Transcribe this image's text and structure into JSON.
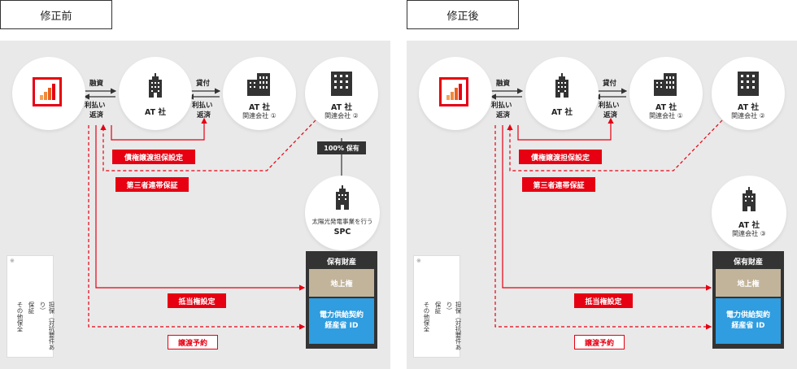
{
  "panels": [
    {
      "tab_label": "修正前",
      "nodes": {
        "at": {
          "label": "AT 社"
        },
        "affiliate1": {
          "label": "AT 社",
          "sub": "関連会社 ①"
        },
        "affiliate2": {
          "label": "AT 社",
          "sub": "関連会社 ②"
        },
        "spc": {
          "label": "太陽光発電事業を行う",
          "sub": "SPC"
        }
      },
      "flow_labels": {
        "finance": "融資",
        "repay1": "利払い",
        "repay2": "返済",
        "loan": "貸付",
        "repay3": "利払い",
        "repay4": "返済"
      },
      "ownership": "100% 保有",
      "boxes": {
        "claims": "債権譲渡担保設定",
        "guarantee": "第三者連帯保証",
        "mortgage": "抵当権設定",
        "transfer": "譲渡予約"
      },
      "assets": {
        "title": "保有財産",
        "land": "地上権",
        "power1": "電力供給契約",
        "power2": "経産省 ID"
      },
      "legend": {
        "mark": "※",
        "item1": "担保（対抗要件あり）",
        "item2": "保証",
        "item3": "その他保全"
      }
    },
    {
      "tab_label": "修正後",
      "nodes": {
        "at": {
          "label": "AT 社"
        },
        "affiliate1": {
          "label": "AT 社",
          "sub": "関連会社 ①"
        },
        "affiliate2": {
          "label": "AT 社",
          "sub": "関連会社 ②"
        },
        "affiliate3": {
          "label": "AT 社",
          "sub": "関連会社 ③"
        }
      },
      "flow_labels": {
        "finance": "融資",
        "repay1": "利払い",
        "repay2": "返済",
        "loan": "貸付",
        "repay3": "利払い",
        "repay4": "返済"
      },
      "boxes": {
        "claims": "債権譲渡担保設定",
        "guarantee": "第三者連帯保証",
        "mortgage": "抵当権設定",
        "transfer": "譲渡予約"
      },
      "assets": {
        "title": "保有財産",
        "land": "地上権",
        "power1": "電力供給契約",
        "power2": "経産省 ID"
      },
      "legend": {
        "mark": "※",
        "item1": "担保（対抗要件あり）",
        "item2": "保証",
        "item3": "その他保全"
      }
    }
  ],
  "colors": {
    "red": "#e60012",
    "dark": "#333333",
    "land": "#c2b49b",
    "power": "#2f9de0",
    "panel_bg": "#e9e9e9"
  }
}
